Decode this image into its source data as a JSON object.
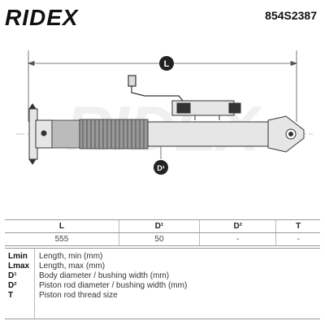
{
  "header": {
    "brand": "RIDEX",
    "part_number": "854S2387"
  },
  "diagram": {
    "watermark": "RIDEX",
    "dimension_label": "L",
    "diameter_label": "D¹"
  },
  "table": {
    "headers": [
      "L",
      "D¹",
      "D²",
      "T"
    ],
    "values": [
      "555",
      "50",
      "-",
      "-"
    ]
  },
  "legend": [
    {
      "key": "Lmin",
      "desc": "Length, min (mm)"
    },
    {
      "key": "Lmax",
      "desc": "Length, max (mm)"
    },
    {
      "key": "D¹",
      "desc": "Body diameter / bushing width (mm)"
    },
    {
      "key": "D²",
      "desc": "Piston rod diameter / bushing width (mm)"
    },
    {
      "key": "T",
      "desc": "Piston rod thread size"
    }
  ],
  "colors": {
    "brand": "#111111",
    "line": "#333333",
    "body_fill": "#e6e6e6",
    "badge": "#222222"
  }
}
